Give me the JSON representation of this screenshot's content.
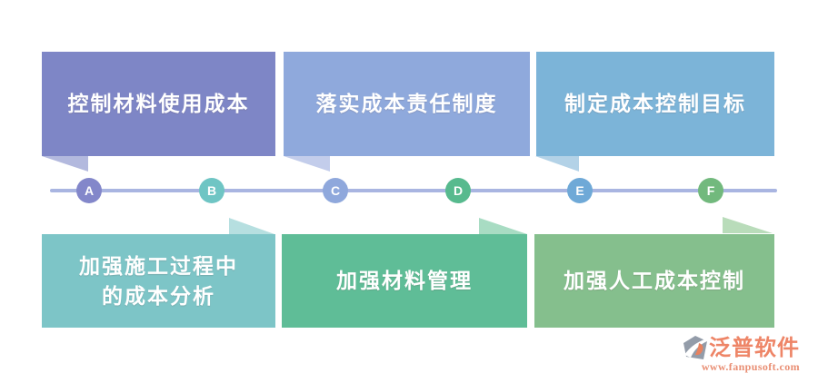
{
  "top_boxes": [
    {
      "label": "控制材料使用成本",
      "color": "#7e86c6",
      "triangle_color": "#b3b9de"
    },
    {
      "label": "落实成本责任制度",
      "color": "#8fa9dc",
      "triangle_color": "#c3cdeb"
    },
    {
      "label": "制定成本控制目标",
      "color": "#7cb4d8",
      "triangle_color": "#b3d2e7"
    }
  ],
  "bottom_boxes": [
    {
      "line1": "加强施工过程中",
      "line2": "的成本分析",
      "color": "#7dc5c7",
      "triangle_color": "#b6dfe0"
    },
    {
      "line1": "加强材料管理",
      "line2": "",
      "color": "#5fbd97",
      "triangle_color": "#a8dcc3"
    },
    {
      "line1": "加强人工成本控制",
      "line2": "",
      "color": "#85bf8d",
      "triangle_color": "#b9dcba"
    }
  ],
  "timeline": {
    "line_color": "#a9b5e1",
    "points": [
      {
        "letter": "A",
        "color": "#8387ca"
      },
      {
        "letter": "B",
        "color": "#6fc5c4"
      },
      {
        "letter": "C",
        "color": "#8fa8dc"
      },
      {
        "letter": "D",
        "color": "#57ba8e"
      },
      {
        "letter": "E",
        "color": "#6fa9d7"
      },
      {
        "letter": "F",
        "color": "#72b97d"
      }
    ]
  },
  "logo": {
    "name": "泛普软件",
    "website": "www.fanpusoft.com",
    "text_color": "#ee8567",
    "website_color": "#e98e73",
    "icon_color": "#939ca9",
    "icon_accent": "#e8825f"
  }
}
